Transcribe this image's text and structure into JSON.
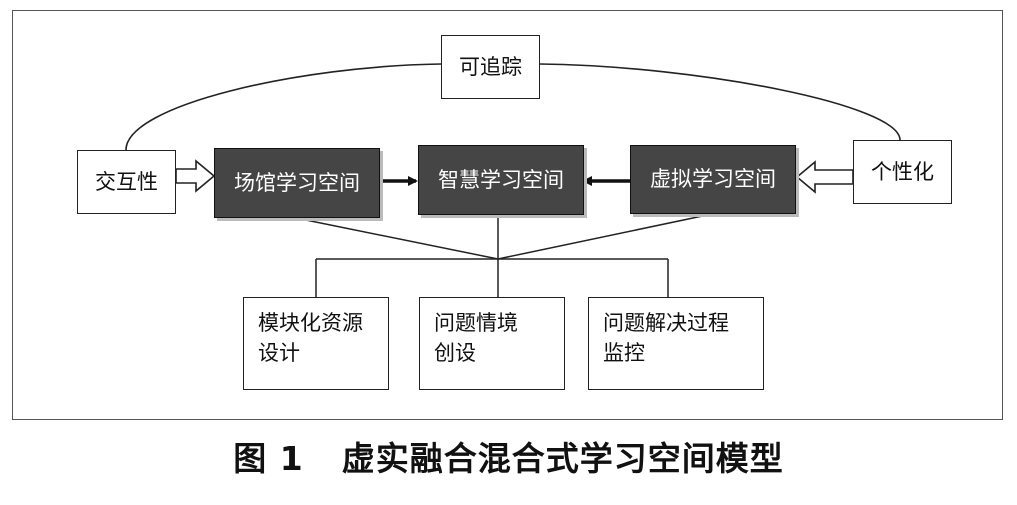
{
  "diagram": {
    "top_node": "可追踪",
    "left_node": "交互性",
    "right_node": "个性化",
    "spaces": {
      "venue": "场馆学习空间",
      "smart": "智慧学习空间",
      "virtual": "虚拟学习空间"
    },
    "supports": [
      {
        "line1": "模块化资源",
        "line2": "设计"
      },
      {
        "line1": "问题情境",
        "line2": "创设"
      },
      {
        "line1": "问题解决过程",
        "line2": "监控"
      }
    ]
  },
  "caption": {
    "number": "图 1",
    "title": "虚实融合混合式学习空间模型"
  }
}
